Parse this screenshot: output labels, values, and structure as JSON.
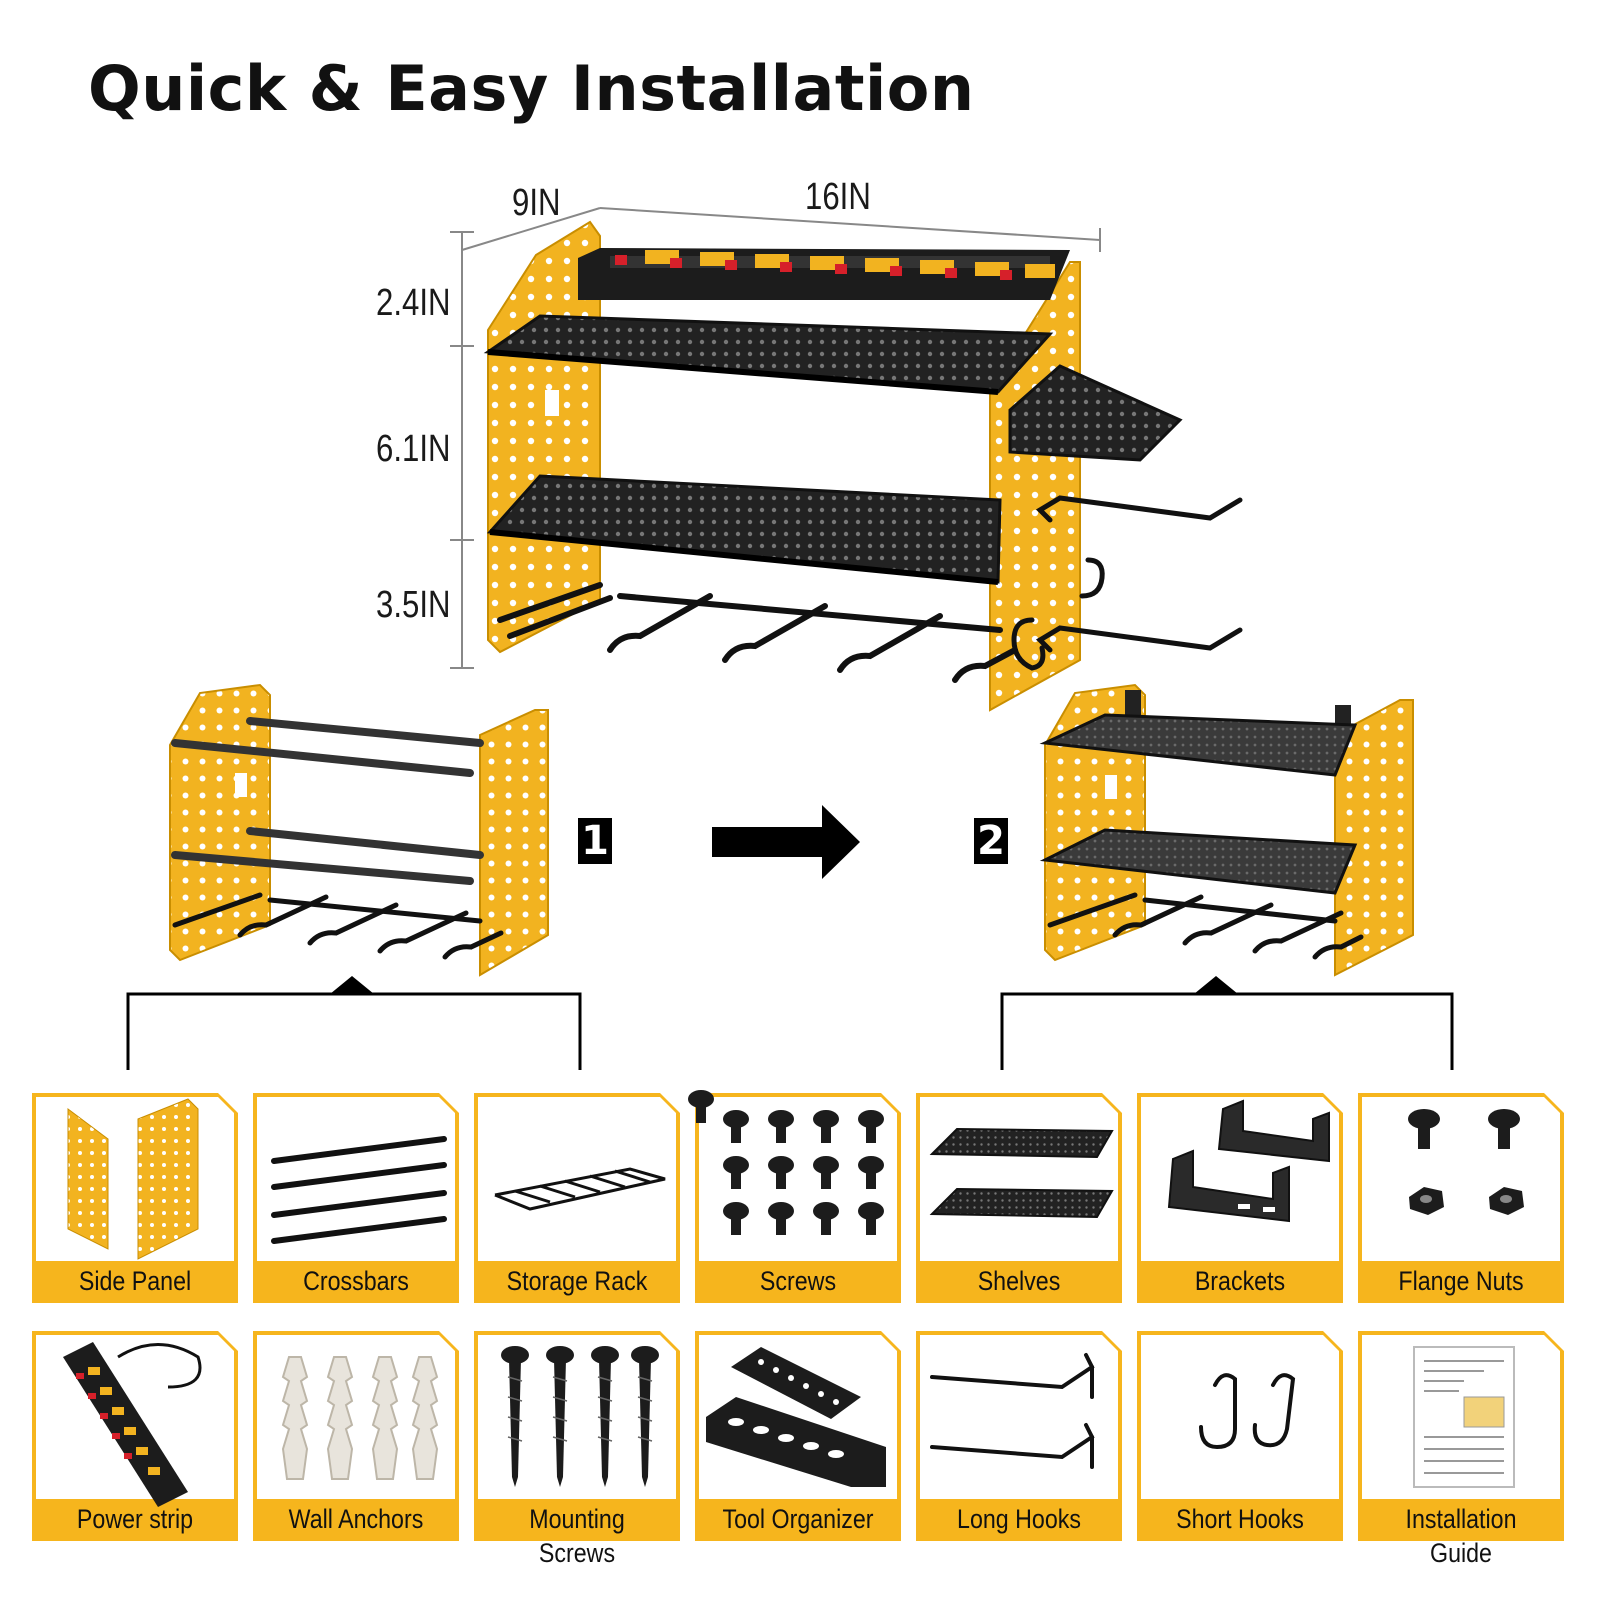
{
  "title": "Quick & Easy Installation",
  "dimensions": {
    "depth": "9IN",
    "width": "16IN",
    "top": "2.4IN",
    "middle": "6.1IN",
    "bottom": "3.5IN"
  },
  "steps": [
    "1",
    "2"
  ],
  "parts_row1": [
    {
      "label": "Side Panel",
      "icon": "side-panel-icon"
    },
    {
      "label": "Crossbars",
      "icon": "crossbars-icon"
    },
    {
      "label": "Storage Rack",
      "icon": "storage-rack-icon"
    },
    {
      "label": "Screws",
      "icon": "screws-icon"
    },
    {
      "label": "Shelves",
      "icon": "shelves-icon"
    },
    {
      "label": "Brackets",
      "icon": "brackets-icon"
    },
    {
      "label": "Flange Nuts",
      "icon": "flange-nuts-icon"
    }
  ],
  "parts_row2": [
    {
      "label": "Power strip",
      "icon": "power-strip-icon"
    },
    {
      "label": "Wall Anchors",
      "icon": "wall-anchors-icon"
    },
    {
      "label": "Mounting Screws",
      "icon": "mounting-screws-icon"
    },
    {
      "label": "Tool Organizer",
      "icon": "tool-organizer-icon"
    },
    {
      "label": "Long Hooks",
      "icon": "long-hooks-icon"
    },
    {
      "label": "Short Hooks",
      "icon": "short-hooks-icon"
    },
    {
      "label": "Installation Guide",
      "icon": "installation-guide-icon"
    }
  ],
  "colors": {
    "accent_yellow": "#f6b51d",
    "panel_yellow": "#f2b320",
    "metal_black": "#1c1c1c",
    "text": "#111111"
  }
}
